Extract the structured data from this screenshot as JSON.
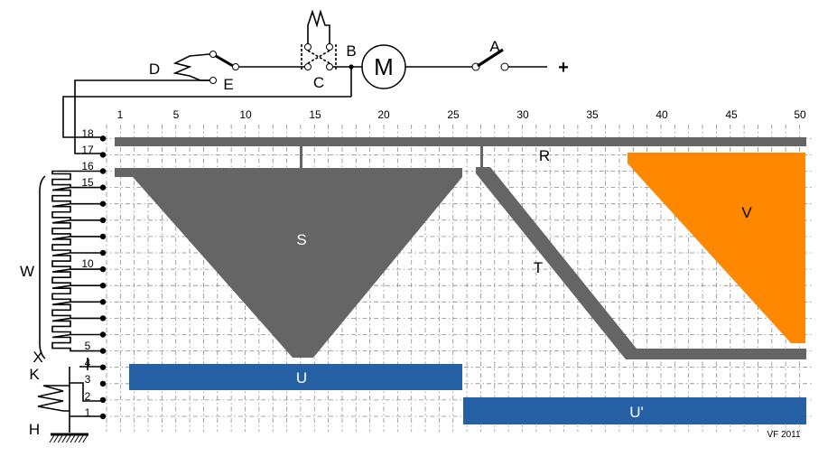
{
  "columns": {
    "labels": [
      "1",
      "5",
      "10",
      "15",
      "20",
      "25",
      "30",
      "35",
      "40",
      "45",
      "50"
    ]
  },
  "rows": {
    "labels": [
      "1",
      "2",
      "3",
      "4",
      "5",
      "10",
      "15",
      "16",
      "17",
      "18"
    ]
  },
  "components": {
    "motor": "M",
    "switch_a": "A",
    "junction_b": "B",
    "reverser_c": "C",
    "contact_d": "D",
    "contact_e": "E",
    "supply": "+",
    "resistor_w": "W",
    "tap_x": "X",
    "resistor_k": "K",
    "ground_h": "H"
  },
  "regions": {
    "r": "R",
    "s": "S",
    "t": "T",
    "u": "U",
    "u_prime": "U'",
    "v": "V"
  },
  "colors": {
    "bar_gray": "#656565",
    "plate_blue": "#2660a4",
    "plate_orange": "#ff8800",
    "grid": "#8a8a8a"
  },
  "credit": "VF 2011"
}
